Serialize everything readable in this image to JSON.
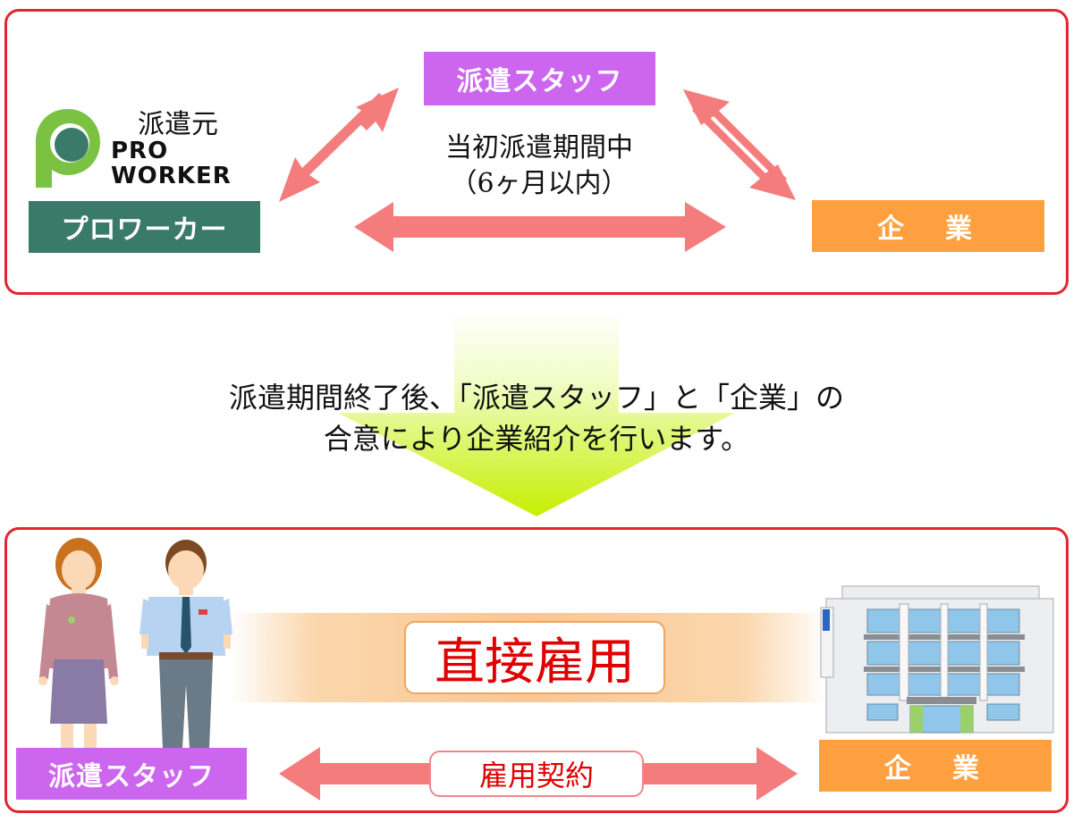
{
  "top_panel": {
    "dispatch_source_label": "派遣元",
    "logo_text_line1": "PRO",
    "logo_text_line2": "WORKER",
    "proworker_label": "プロワーカー",
    "staff_label": "派遣スタッフ",
    "company_label": "企　業",
    "period_line1": "当初派遣期間中",
    "period_line2": "（6ヶ月以内）"
  },
  "transition": {
    "line1": "派遣期間終了後、「派遣スタッフ」と「企業」の",
    "line2": "合意により企業紹介を行います。"
  },
  "bottom_panel": {
    "direct_hire_label": "直接雇用",
    "staff_label": "派遣スタッフ",
    "company_label": "企　業",
    "contract_label": "雇用契約"
  },
  "colors": {
    "panel_border": "#e2262f",
    "staff_purple": "#cc66ee",
    "company_orange": "#ffa040",
    "proworker_green": "#3a7a68",
    "arrow_pink": "#f47c7c",
    "transition_arrow": "#c8f000",
    "direct_hire_text": "#e00000"
  }
}
